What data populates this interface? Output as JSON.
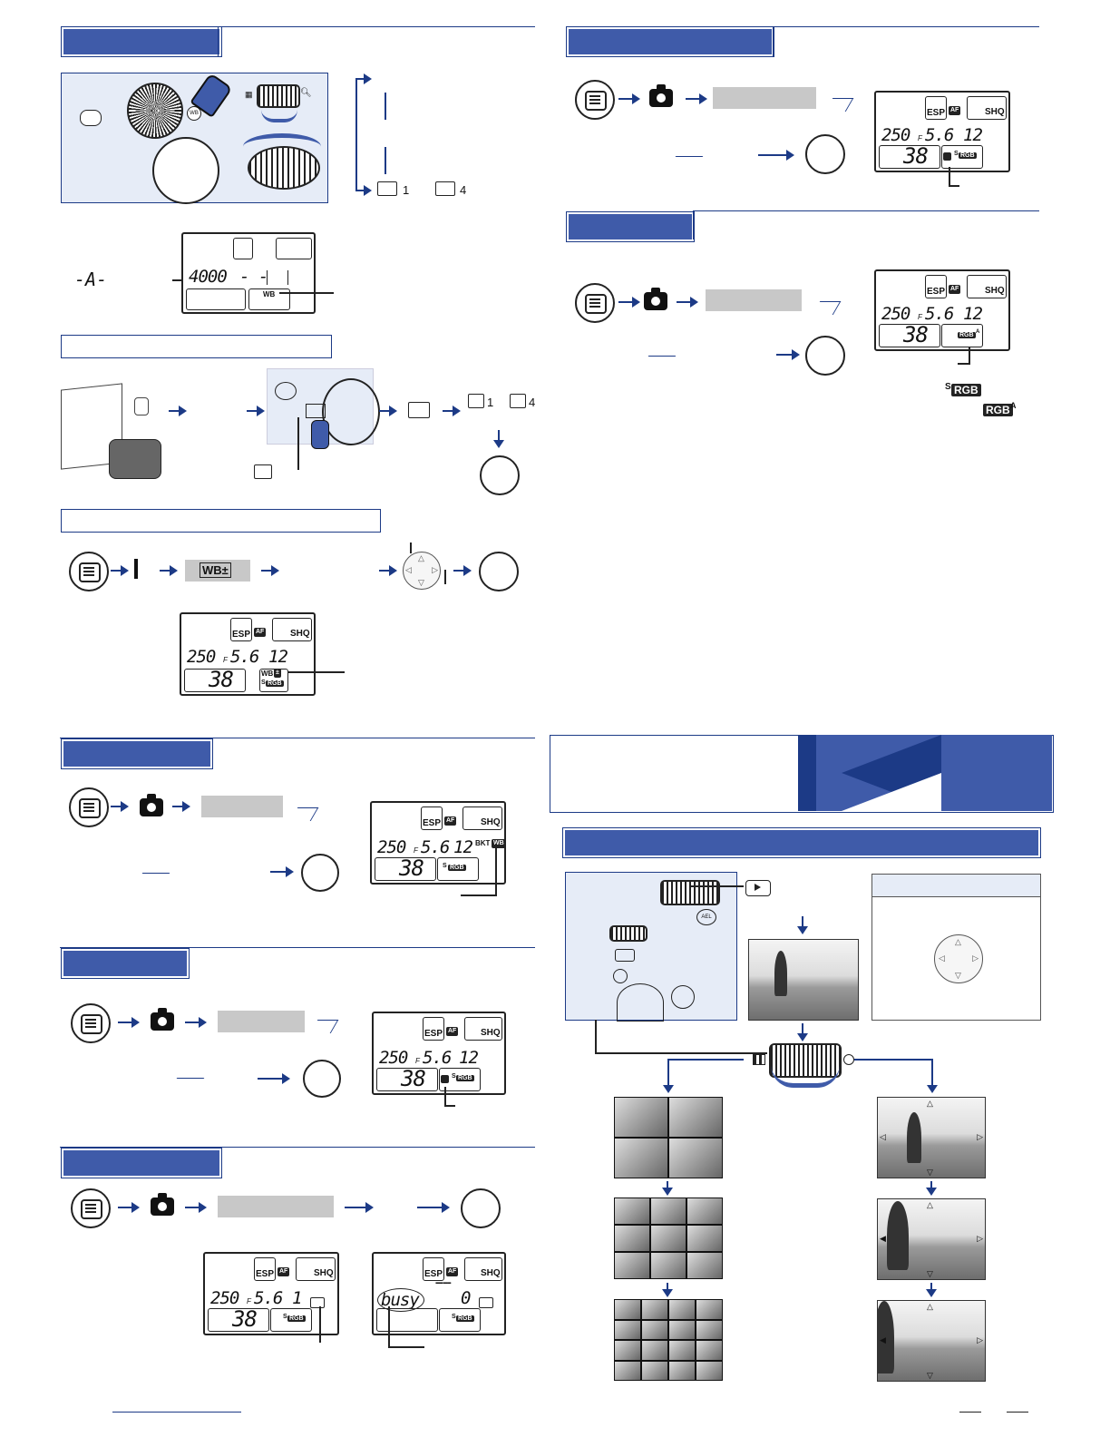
{
  "lcd_common": {
    "esp": "ESP",
    "af": "AF",
    "shq": "SHQ",
    "shutter": "250",
    "f_prefix": "F",
    "aperture": "5.6",
    "frames_left": "12",
    "counter": "38",
    "rgb": "RGB",
    "s_prefix": "S",
    "a_suffix": "A"
  },
  "wb_section": {
    "display_symbol": "-A-",
    "wb_value": "4000",
    "wb_dashes": "- -",
    "wb_label": "WB",
    "step_first": "1",
    "step_last": "4"
  },
  "wb_one_touch": {
    "step_first": "1",
    "step_last": "4"
  },
  "wb_comp": {
    "menu_label": "WB±",
    "lcd_wb": "WB",
    "lcd_comp": "±"
  },
  "bracket": {
    "bkt_label": "BKT",
    "bkt_badge": "WB"
  },
  "sequence": {
    "busy": "busy",
    "frames_one": "1",
    "frames_zero": "0",
    "dots": "▪▪▪▪▪▪▪ ▪▪▪▪▪▪▪"
  }
}
